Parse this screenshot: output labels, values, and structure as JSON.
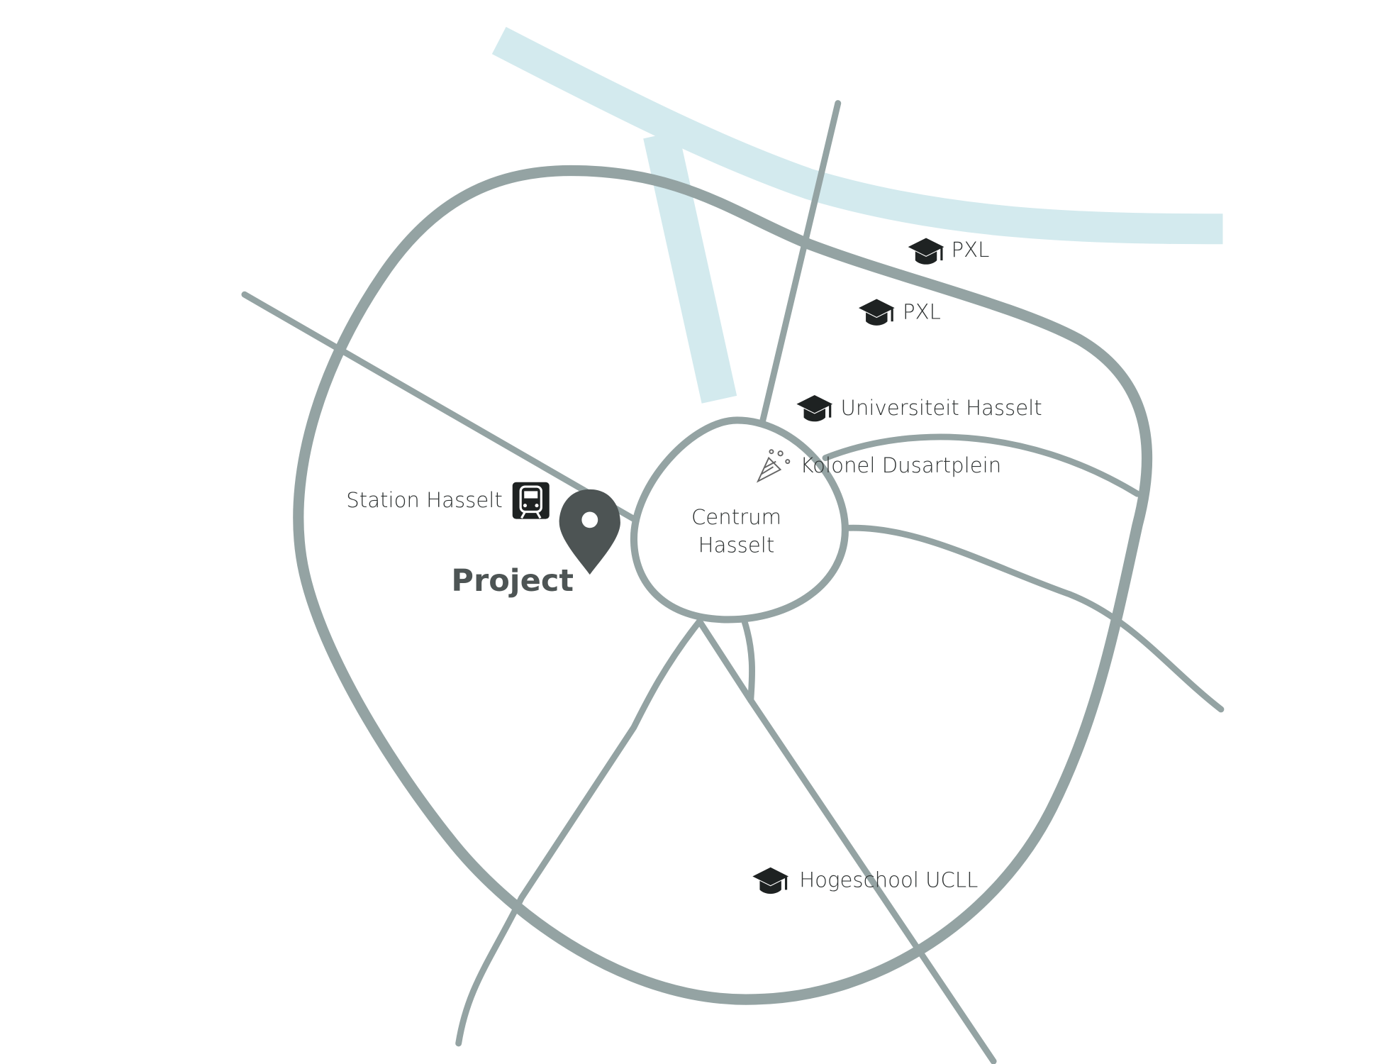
{
  "colors": {
    "river": "#d3eaee",
    "road": "#94a3a3",
    "pin": "#4d5454",
    "text": "#2f3333"
  },
  "labels": {
    "pxl_1": "PXL",
    "pxl_2": "PXL",
    "universiteit": "Universiteit Hasselt",
    "kolonel": "Kolonel Dusartplein",
    "centrum_line1": "Centrum",
    "centrum_line2": "Hasselt",
    "station": "Station Hasselt",
    "project": "Project",
    "ucll": "Hogeschool UCLL"
  },
  "icons": {
    "school": "graduation-cap-icon",
    "station": "train-icon",
    "square": "party-popper-icon",
    "project": "map-pin-icon"
  }
}
